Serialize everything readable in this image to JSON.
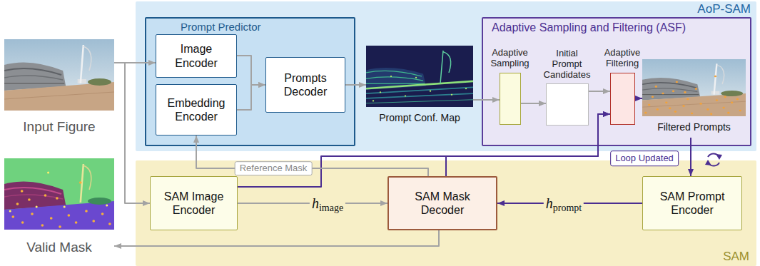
{
  "diagram": {
    "nodes": [
      {
        "text": [
          "Input Figure"
        ]
      },
      {
        "text": [
          "AoP-SAM"
        ]
      },
      {
        "text": [
          "Prompt Predictor"
        ],
        "in": 1
      },
      {
        "text": [
          "Image Encoder"
        ],
        "in": 2
      },
      {
        "text": [
          "Embedding Encoder"
        ],
        "in": 2
      },
      {
        "text": [
          "Prompts Decoder"
        ],
        "in": 2
      },
      {
        "text": [
          "Prompt Conf. Map"
        ],
        "in": 1
      },
      {
        "text": [
          "Adaptive Sampling and Filtering (ASF)"
        ],
        "in": 1
      },
      {
        "text": [
          "Adaptive Sampling"
        ],
        "in": 7
      },
      {
        "text": [
          "Initial Prompt Candidates"
        ],
        "in": 7
      },
      {
        "text": [
          "Adaptive Filtering"
        ],
        "in": 7
      },
      {
        "text": [
          "Filtered Prompts"
        ],
        "in": 7
      },
      {
        "text": [
          "Valid Mask"
        ]
      },
      {
        "text": [
          "SAM"
        ]
      },
      {
        "text": [
          "SAM Image Encoder"
        ],
        "in": 13
      },
      {
        "text": [
          "SAM Mask Decoder"
        ],
        "in": 13
      },
      {
        "text": [
          "SAM Prompt Encoder"
        ],
        "in": 13
      }
    ],
    "edges": [
      {
        "from": 0,
        "to": 3,
        "arrow": "to"
      },
      {
        "from": 0,
        "to": 14,
        "arrow": "to"
      },
      {
        "from": 3,
        "to": 5,
        "arrow": "to"
      },
      {
        "from": 4,
        "to": 5,
        "arrow": "to"
      },
      {
        "from": 5,
        "to": 6,
        "arrow": "to"
      },
      {
        "from": 6,
        "to": 8,
        "arrow": "to"
      },
      {
        "from": 8,
        "to": 9,
        "arrow": "to"
      },
      {
        "from": 9,
        "to": 10,
        "arrow": "to"
      },
      {
        "from": 10,
        "to": 11,
        "arrow": "to"
      },
      {
        "from": 11,
        "to": 16,
        "label": "Loop Updated",
        "arrow": "to"
      },
      {
        "from": 14,
        "to": 15,
        "label": "himage",
        "arrow": "to"
      },
      {
        "from": 14,
        "to": 10,
        "arrow": "to"
      },
      {
        "from": 16,
        "to": 15,
        "label": "hprompt",
        "arrow": "to"
      },
      {
        "from": 15,
        "to": 4,
        "label": "Reference Mask",
        "arrow": "to"
      },
      {
        "from": 15,
        "to": 10,
        "arrow": "to"
      },
      {
        "from": 15,
        "to": 12,
        "arrow": "to"
      }
    ]
  }
}
